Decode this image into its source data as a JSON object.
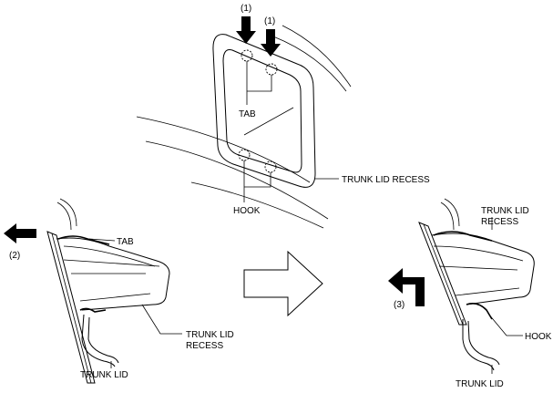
{
  "labels": {
    "step1_left": "(1)",
    "step1_right": "(1)",
    "tab_top": "TAB",
    "hook_top": "HOOK",
    "recess_top": "TRUNK LID RECESS",
    "step2": "(2)",
    "tab_left": "TAB",
    "recess_left_1": "TRUNK LID",
    "recess_left_2": "RECESS",
    "trunk_lid_left": "TRUNK LID",
    "recess_right_1": "TRUNK LID",
    "recess_right_2": "RECESS",
    "step3": "(3)",
    "hook_right": "HOOK",
    "trunk_lid_right": "TRUNK LID"
  },
  "colors": {
    "line": "#000000",
    "background": "#ffffff"
  },
  "icons": {
    "push_arrows": "down-arrow-icon",
    "remove_arrow": "left-arrow-icon",
    "sequence_arrow": "right-outline-arrow-icon",
    "lift_arrow": "up-left-bent-arrow-icon"
  }
}
